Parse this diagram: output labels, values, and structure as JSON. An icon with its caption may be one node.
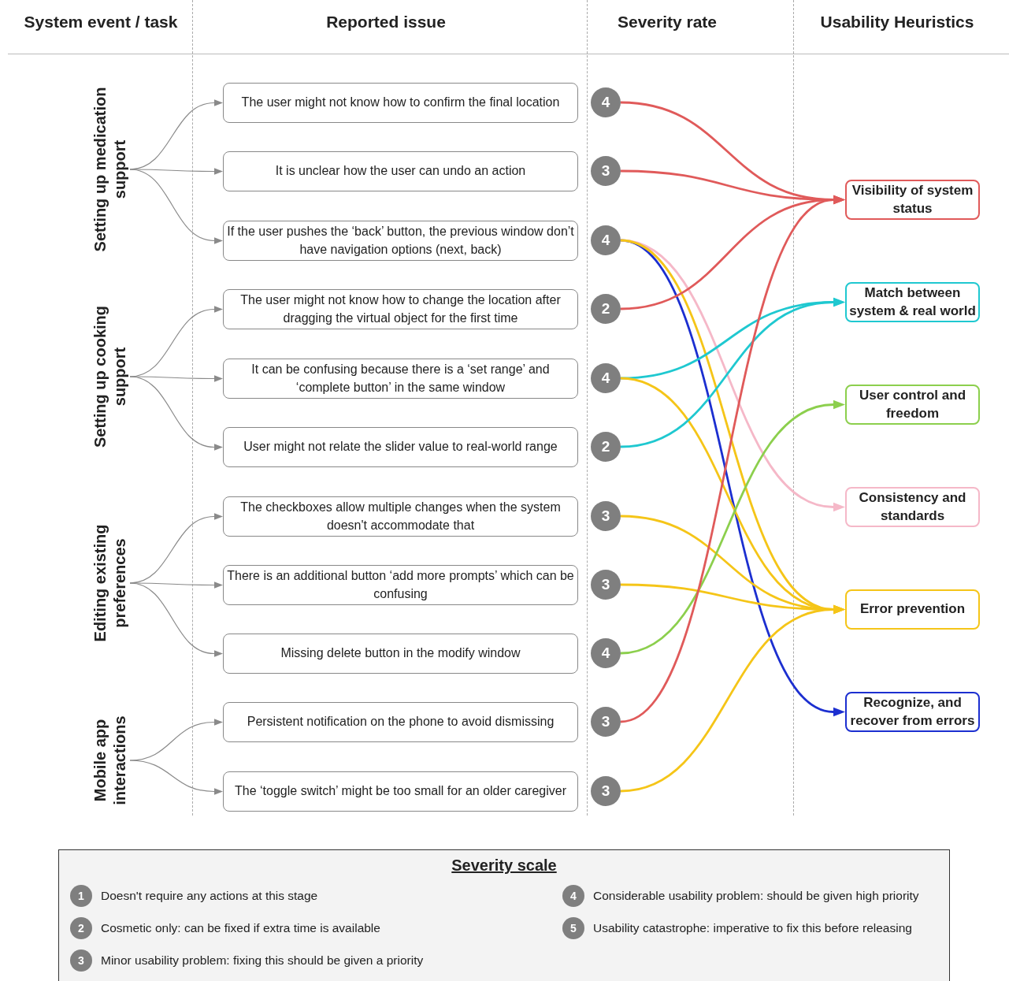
{
  "diagram": {
    "nodes": [
      {
        "text": [
          "Setting up medication support"
        ]
      },
      {
        "text": [
          "Setting up cooking support"
        ]
      },
      {
        "text": [
          "Editing existing preferences"
        ]
      },
      {
        "text": [
          "Mobile app interactions"
        ]
      },
      {
        "text": [
          "The user might not know how to confirm the final location"
        ]
      },
      {
        "text": [
          "It is unclear how the user can undo an action"
        ]
      },
      {
        "text": [
          "If the user pushes the ‘back’ button, the previous window don’t have navigation options (next, back)"
        ]
      },
      {
        "text": [
          "The user might not know how to change the location after dragging the virtual object for the first time"
        ]
      },
      {
        "text": [
          "It can be confusing because there is a ‘set range’ and ‘complete button’ in the same window"
        ]
      },
      {
        "text": [
          "User might not relate the slider value to real-world range"
        ]
      },
      {
        "text": [
          "The checkboxes allow multiple changes when the system doesn't accommodate that"
        ]
      },
      {
        "text": [
          "There is an additional button  ‘add more prompts’ which can be confusing"
        ]
      },
      {
        "text": [
          "Missing delete button in the modify window"
        ]
      },
      {
        "text": [
          "Persistent notification on the phone to avoid dismissing"
        ]
      },
      {
        "text": [
          "The ‘toggle switch’ might be too small for an older caregiver"
        ]
      },
      {
        "text": [
          "4"
        ]
      },
      {
        "text": [
          "3"
        ]
      },
      {
        "text": [
          "4"
        ]
      },
      {
        "text": [
          "2"
        ]
      },
      {
        "text": [
          "4"
        ]
      },
      {
        "text": [
          "2"
        ]
      },
      {
        "text": [
          "3"
        ]
      },
      {
        "text": [
          "3"
        ]
      },
      {
        "text": [
          "4"
        ]
      },
      {
        "text": [
          "3"
        ]
      },
      {
        "text": [
          "3"
        ]
      },
      {
        "text": [
          "Visibility of system status"
        ]
      },
      {
        "text": [
          "Match between system & real world"
        ]
      },
      {
        "text": [
          "User control and freedom"
        ]
      },
      {
        "text": [
          "Consistency and standards"
        ]
      },
      {
        "text": [
          "Error prevention"
        ]
      },
      {
        "text": [
          "Recognize, and recover from errors"
        ]
      },
      {
        "text": [
          "Severity scale"
        ]
      },
      {
        "text": [
          "1"
        ],
        "in": 32,
        "beside": [
          "Doesn't require any actions at this stage"
        ]
      },
      {
        "text": [
          "2"
        ],
        "in": 32,
        "beside": [
          "Cosmetic only: can be fixed if extra time is available"
        ]
      },
      {
        "text": [
          "3"
        ],
        "in": 32,
        "beside": [
          "Minor usability problem: fixing this should be given a priority"
        ]
      },
      {
        "text": [
          "4"
        ],
        "in": 32,
        "beside": [
          "Considerable usability problem: should be given high priority"
        ]
      },
      {
        "text": [
          "5"
        ],
        "in": 32,
        "beside": [
          "Usability catastrophe: imperative to fix this before releasing"
        ]
      }
    ],
    "edges": [
      {
        "from": 0,
        "to": 4,
        "arrow": "to"
      },
      {
        "from": 0,
        "to": 5,
        "arrow": "to"
      },
      {
        "from": 0,
        "to": 6,
        "arrow": "to"
      },
      {
        "from": 1,
        "to": 7,
        "arrow": "to"
      },
      {
        "from": 1,
        "to": 8,
        "arrow": "to"
      },
      {
        "from": 1,
        "to": 9,
        "arrow": "to"
      },
      {
        "from": 2,
        "to": 10,
        "arrow": "to"
      },
      {
        "from": 2,
        "to": 11,
        "arrow": "to"
      },
      {
        "from": 2,
        "to": 12,
        "arrow": "to"
      },
      {
        "from": 3,
        "to": 13,
        "arrow": "to"
      },
      {
        "from": 3,
        "to": 14,
        "arrow": "to"
      },
      {
        "from": 15,
        "to": 26,
        "arrow": "to",
        "color": "#e05a5a"
      },
      {
        "from": 16,
        "to": 26,
        "arrow": "to",
        "color": "#e05a5a"
      },
      {
        "from": 17,
        "to": 31,
        "arrow": "to",
        "color": "#1c2fd0"
      },
      {
        "from": 17,
        "to": 29,
        "arrow": "to",
        "color": "#f5b8c8"
      },
      {
        "from": 17,
        "to": 30,
        "arrow": "to",
        "color": "#f5c518"
      },
      {
        "from": 18,
        "to": 26,
        "arrow": "to",
        "color": "#e05a5a"
      },
      {
        "from": 19,
        "to": 27,
        "arrow": "to",
        "color": "#1fc8d0"
      },
      {
        "from": 19,
        "to": 30,
        "arrow": "to",
        "color": "#f5c518"
      },
      {
        "from": 20,
        "to": 27,
        "arrow": "to",
        "color": "#1fc8d0"
      },
      {
        "from": 21,
        "to": 30,
        "arrow": "to",
        "color": "#f5c518"
      },
      {
        "from": 22,
        "to": 30,
        "arrow": "to",
        "color": "#f5c518"
      },
      {
        "from": 23,
        "to": 28,
        "arrow": "to",
        "color": "#8ccf4d"
      },
      {
        "from": 24,
        "to": 26,
        "arrow": "to",
        "color": "#e05a5a"
      },
      {
        "from": 25,
        "to": 30,
        "arrow": "to",
        "color": "#f5c518"
      }
    ],
    "labels": [
      "System event / task",
      "Reported issue",
      "Severity rate",
      "Usability Heuristics"
    ]
  }
}
